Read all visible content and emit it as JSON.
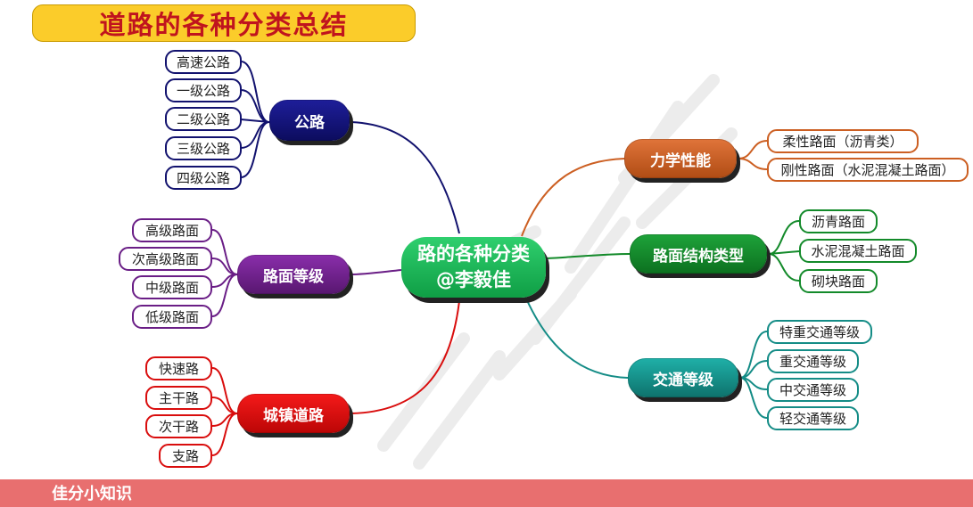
{
  "title": "道路的各种分类总结",
  "center": {
    "line1": "路的各种分类",
    "line2": "@李毅佳"
  },
  "branches": {
    "gonglu": {
      "label": "公路",
      "color": "#12126e",
      "items": [
        "高速公路",
        "一级公路",
        "二级公路",
        "三级公路",
        "四级公路"
      ]
    },
    "lumian_dengji": {
      "label": "路面等级",
      "color": "#6a1e86",
      "items": [
        "高级路面",
        "次高级路面",
        "中级路面",
        "低级路面"
      ]
    },
    "chengzhen": {
      "label": "城镇道路",
      "color": "#d90d0d",
      "items": [
        "快速路",
        "主干路",
        "次干路",
        "支路"
      ]
    },
    "lixue": {
      "label": "力学性能",
      "color": "#cc5f22",
      "items": [
        "柔性路面（沥青类）",
        "刚性路面（水泥混凝土路面）"
      ]
    },
    "jiegou": {
      "label": "路面结构类型",
      "color": "#138a2a",
      "items": [
        "沥青路面",
        "水泥混凝土路面",
        "砌块路面"
      ]
    },
    "jiaotong": {
      "label": "交通等级",
      "color": "#148c86",
      "items": [
        "特重交通等级",
        "重交通等级",
        "中交通等级",
        "轻交通等级"
      ]
    }
  },
  "footer": "佳分小知识"
}
